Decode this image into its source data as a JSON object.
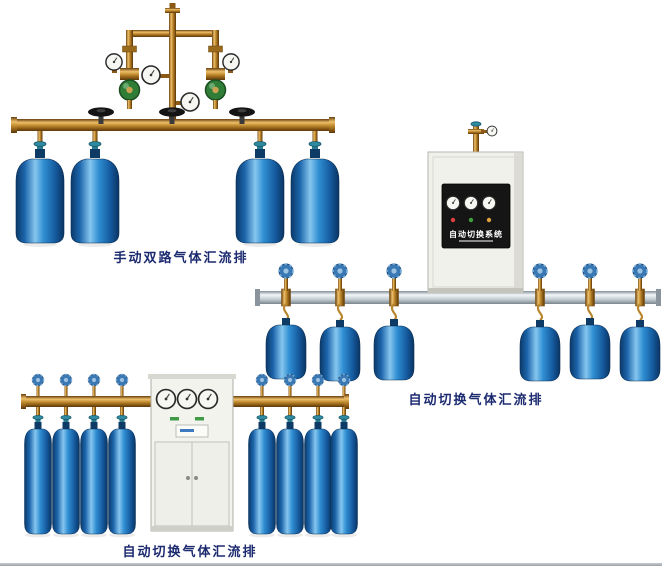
{
  "page": {
    "background": "#ffffff"
  },
  "products": [
    {
      "caption": "手动双路气体汇流排"
    },
    {
      "caption": "自动切换气体汇流排",
      "cabinet_label": "自动切换系统"
    },
    {
      "caption": "自动切换气体汇流排"
    }
  ],
  "colors": {
    "caption_text": "#1c2a70",
    "cylinder_blue": "#2f8ed2",
    "brass_pipe": "#c08a2e",
    "aluminum_pipe": "#c2ccd2",
    "cabinet_body": "#f1f1ec",
    "control_panel": "#151515",
    "valve_wheel_blue": "#3a78b4",
    "valve_wheel_black": "#141414",
    "regulator_green": "#2f7d36"
  },
  "legend": {
    "pressure-gauge": "white circular dial gauge",
    "hand-valve-wheel": "black round handwheel valve",
    "cylinder-valve-wheel": "blue scalloped handwheel",
    "gas-cylinder": "blue compressed-gas bottle"
  }
}
